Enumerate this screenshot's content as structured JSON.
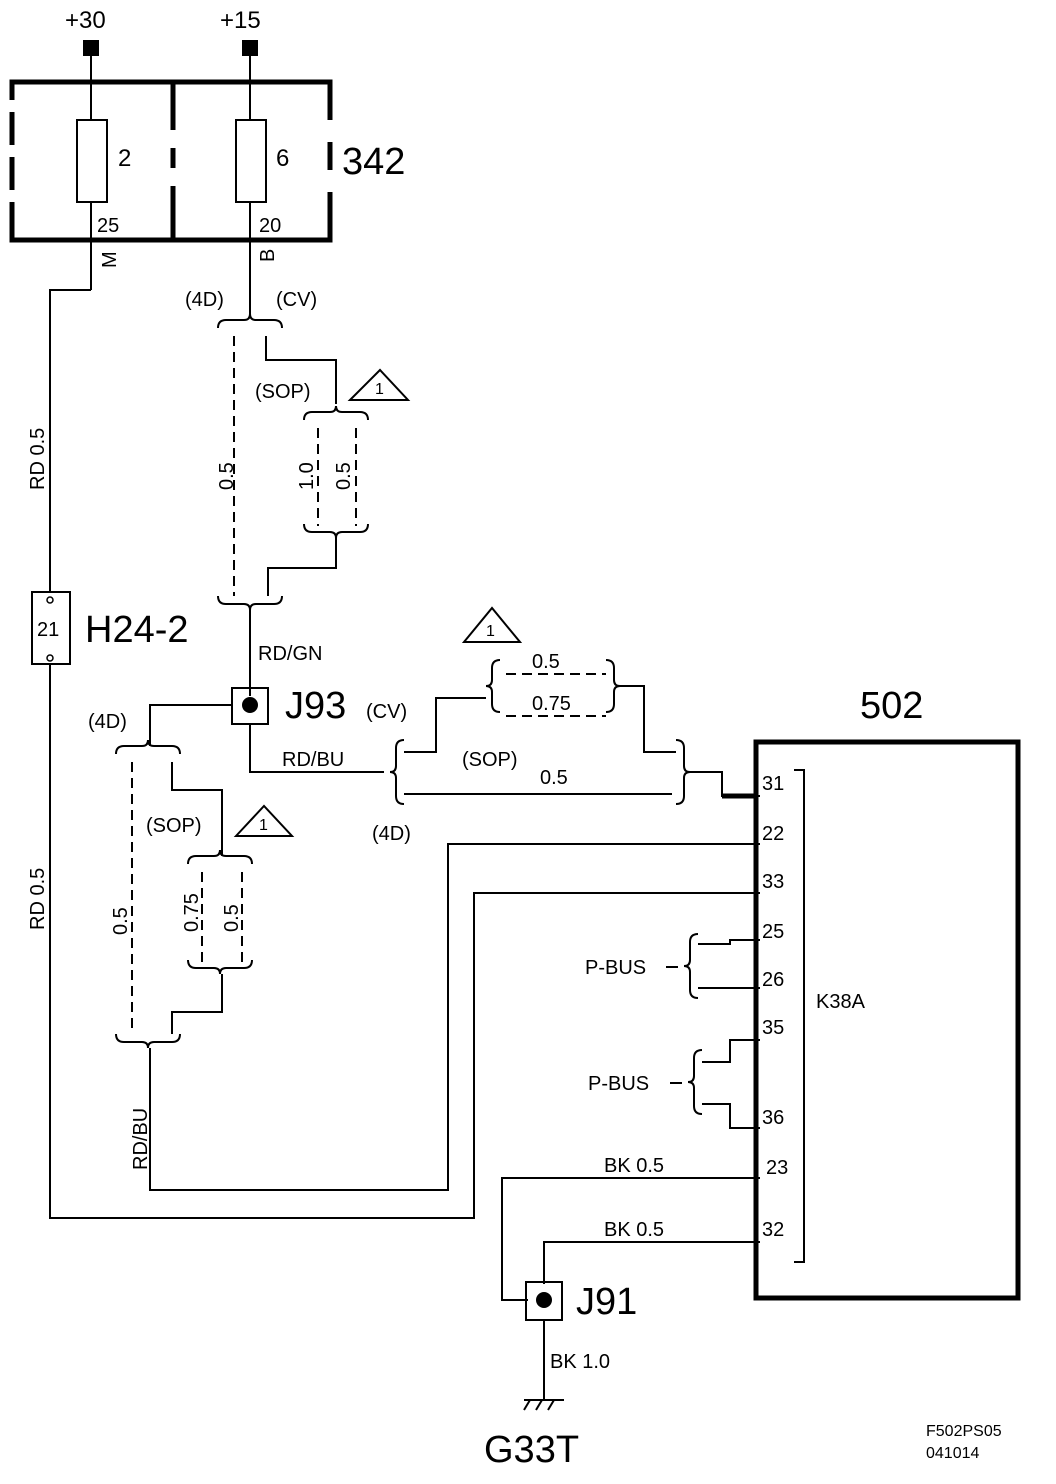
{
  "supplies": {
    "plus30": "+30",
    "plus15": "+15"
  },
  "fusebox": {
    "id": "342",
    "fuse_a": {
      "number": "2",
      "pin": "25",
      "pin_letter": "M"
    },
    "fuse_b": {
      "number": "6",
      "pin": "20",
      "pin_letter": "B"
    }
  },
  "labels": {
    "four_d": "(4D)",
    "cv": "(CV)",
    "sop": "(SOP)",
    "triangle": "1",
    "v05": "0.5",
    "v10": "1.0",
    "v075": "0.75",
    "rd05": "RD 0.5",
    "rdgn": "RD/GN",
    "rdbu": "RD/BU"
  },
  "connector_h24": {
    "id": "H24-2",
    "pin": "21"
  },
  "junction_j93": "J93",
  "junction_j91": "J91",
  "ground": {
    "id": "G33T",
    "wire": "BK 1.0"
  },
  "module": {
    "id": "502",
    "connector": "K38A",
    "pins": [
      "31",
      "22",
      "33",
      "25",
      "26",
      "35",
      "36",
      "23",
      "32"
    ],
    "pbus": "P-BUS",
    "bk05": "BK  0.5"
  },
  "footer": {
    "code": "F502PS05",
    "date": "041014"
  }
}
